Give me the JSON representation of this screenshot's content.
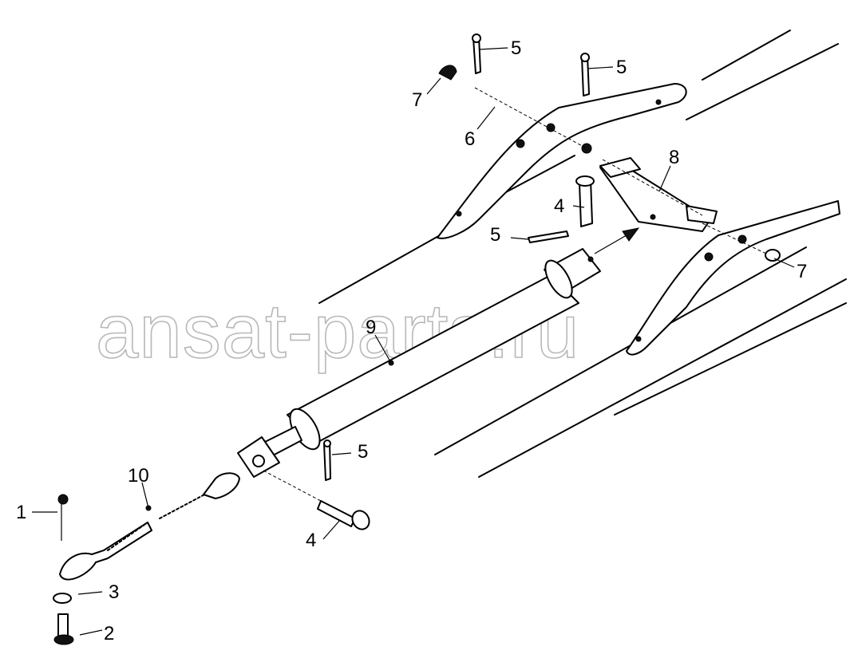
{
  "watermark": "ansat-parts.ru",
  "callouts": [
    {
      "id": "c1",
      "text": "1"
    },
    {
      "id": "c2",
      "text": "2"
    },
    {
      "id": "c3",
      "text": "3"
    },
    {
      "id": "c4a",
      "text": "4"
    },
    {
      "id": "c4b",
      "text": "4"
    },
    {
      "id": "c5a",
      "text": "5"
    },
    {
      "id": "c5b",
      "text": "5"
    },
    {
      "id": "c5c",
      "text": "5"
    },
    {
      "id": "c5d",
      "text": "5"
    },
    {
      "id": "c6",
      "text": "6"
    },
    {
      "id": "c7a",
      "text": "7"
    },
    {
      "id": "c7b",
      "text": "7"
    },
    {
      "id": "c8",
      "text": "8"
    },
    {
      "id": "c9",
      "text": "9"
    },
    {
      "id": "c10",
      "text": "10"
    }
  ]
}
